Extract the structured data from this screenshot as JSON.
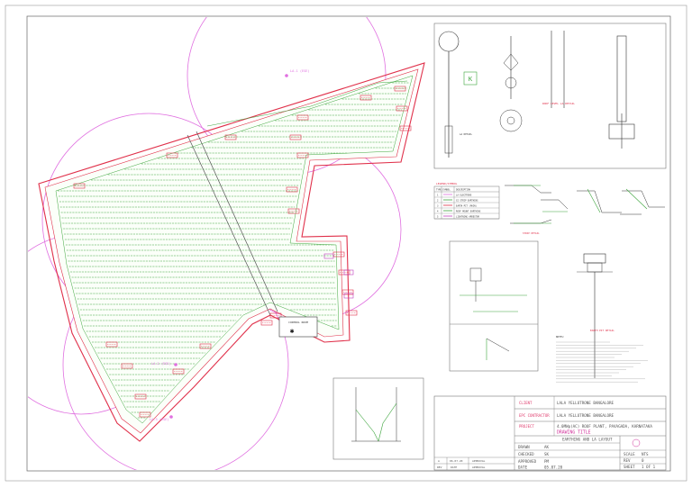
{
  "drawing": {
    "client_label": "CLIENT",
    "client_value": "LALA YELLOTRONE BANGALORE",
    "epc_label": "EPC CONTRACTOR",
    "epc_value": "LALA YELLOTRONE BANGALORE",
    "project_label": "PROJECT",
    "project_value": "4.0MWp(AC) ROOF PLANT, PAVAGADA, KARNATAKA",
    "drawing_title_label": "DRAWING TITLE",
    "drawing_title_value": "EARTHING AND LA LAYOUT",
    "drawn_label": "DRAWN",
    "checked_label": "CHECKED",
    "approved_label": "APPROVED",
    "date_label": "DATE",
    "drawn_value": "AK",
    "checked_value": "SK",
    "approved_value": "PM",
    "date_value": "05.07.20",
    "rev_col": "REV",
    "date_col": "DATE",
    "desc_col": "APPROVAL",
    "rev_row": "A",
    "rev_date": "06.07.20",
    "rev_desc": "APPROVAL",
    "scale_label": "SCALE",
    "scale_value": "NTS",
    "rev_label": "REV",
    "rev_value": "0",
    "sheet_label": "SHEET",
    "sheet_value": "1 OF 1"
  },
  "legend": {
    "title": "LEGEND/SYMBOL",
    "col_type": "TYPE",
    "col_symbol": "SYMBOL",
    "col_desc": "DESCRIPTION",
    "rows": [
      {
        "type": "1",
        "desc": "LA ELECTRODE"
      },
      {
        "type": "2",
        "desc": "GI STRIP EARTHING"
      },
      {
        "type": "3",
        "desc": "EARTH PIT (MAIN)"
      },
      {
        "type": "4",
        "desc": "ROOF MOUNT EARTHING"
      },
      {
        "type": "5",
        "desc": "LIGHTNING ARRESTOR"
      }
    ]
  },
  "labels": {
    "la1": "LA-1 (ESE)",
    "la2": "LA-2 (ESE)",
    "la3": "LA-3 (ESE)",
    "control_room": "CONTROL ROOM",
    "la_detail": "LA DETAIL",
    "earth_detail": "EARTH PIT DETAIL",
    "strip_detail": "STRIP DETAIL",
    "notes_title": "NOTES:"
  },
  "colors": {
    "boundary": "#e0304a",
    "array": "#3da53d",
    "la_circle": "#e070e0",
    "earth_pit": "#e0304a",
    "frame": "#777777"
  }
}
